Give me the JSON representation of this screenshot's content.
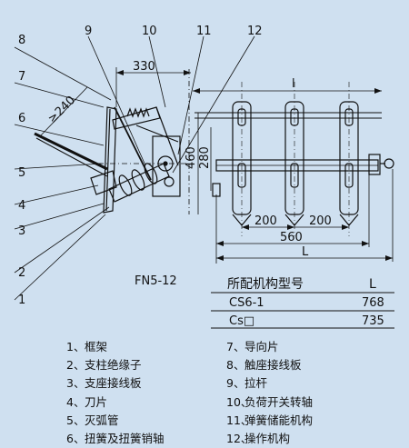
{
  "model": "FN5-12",
  "callouts": [
    "1",
    "2",
    "3",
    "4",
    "5",
    "6",
    "7",
    "8",
    "9",
    "10",
    "11",
    "12"
  ],
  "dimensions": {
    "d330": "330",
    "d240": "≥240",
    "d460": "460",
    "d280": "280",
    "d200a": "200",
    "d200b": "200",
    "d560": "560",
    "dL": "L",
    "dl": "l"
  },
  "spec_table": {
    "header": [
      "所配机构型号",
      "L"
    ],
    "rows": [
      [
        "CS6-1",
        "768"
      ],
      [
        "Cs□",
        "735"
      ]
    ]
  },
  "legend": [
    {
      "num": "1、",
      "text": "框架"
    },
    {
      "num": "2、",
      "text": "支柱绝缘子"
    },
    {
      "num": "3、",
      "text": "支座接线板"
    },
    {
      "num": "4、",
      "text": "刀片"
    },
    {
      "num": "5、",
      "text": "灭弧管"
    },
    {
      "num": "6、",
      "text": "扭簧及扭簧销轴"
    },
    {
      "num": "7、",
      "text": "导向片"
    },
    {
      "num": "8、",
      "text": "触座接线板"
    },
    {
      "num": "9、",
      "text": "拉杆"
    },
    {
      "num": "10、",
      "text": "负荷开关转轴"
    },
    {
      "num": "11、",
      "text": "弹簧储能机构"
    },
    {
      "num": "12、",
      "text": "操作机构"
    }
  ]
}
